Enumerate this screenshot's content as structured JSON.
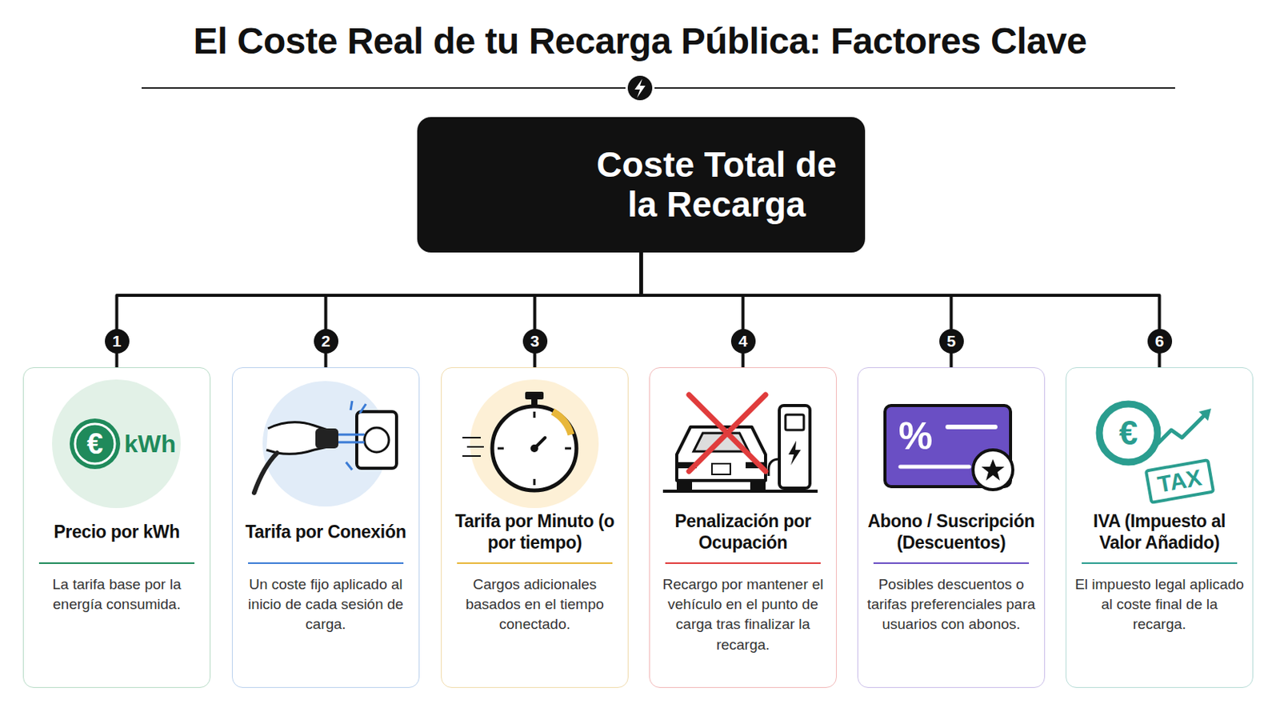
{
  "diagram": {
    "title": "El Coste Real de tu Recarga Pública: Factores Clave",
    "nodes": [
      {
        "text": [
          "Coste Total de la Recarga"
        ]
      },
      {
        "text": [
          "Precio por kWh",
          "La tarifa base por la energía consumida."
        ]
      },
      {
        "text": [
          "Tarifa por Conexión",
          "Un coste fijo aplicado al inicio de cada sesión de carga."
        ]
      },
      {
        "text": [
          "Tarifa por Minuto (o por tiempo)",
          "Cargos adicionales basados en el tiempo conectado."
        ]
      },
      {
        "text": [
          "Penalización por Ocupación",
          "Recargo por mantener el vehículo en el punto de carga tras finalizar la recarga."
        ]
      },
      {
        "text": [
          "Abono / Suscripción (Descuentos)",
          "Posibles descuentos o tarifas preferenciales para usuarios con abonos."
        ]
      },
      {
        "text": [
          "IVA (Impuesto al Valor Añadido)",
          "El impuesto legal aplicado al coste final de la recarga."
        ]
      }
    ],
    "edges": [
      {
        "from": 0,
        "to": 1,
        "arrow": "none"
      },
      {
        "from": 0,
        "to": 2,
        "arrow": "none"
      },
      {
        "from": 0,
        "to": 3,
        "arrow": "none"
      },
      {
        "from": 0,
        "to": 4,
        "arrow": "none"
      },
      {
        "from": 0,
        "to": 5,
        "arrow": "none"
      },
      {
        "from": 0,
        "to": 6,
        "arrow": "none"
      }
    ],
    "labels": [
      "1",
      "2",
      "3",
      "4",
      "5",
      "6",
      "€",
      "kWh",
      "%",
      "€",
      "TAX"
    ]
  }
}
